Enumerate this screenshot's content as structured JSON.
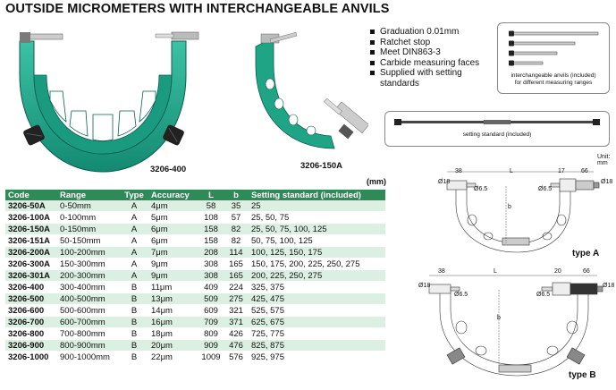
{
  "title": "OUTSIDE MICROMETERS WITH INTERCHANGEABLE ANVILS",
  "product_images": {
    "large_model": "3206-400",
    "small_model": "3206-150A"
  },
  "features": [
    "Graduation 0.01mm",
    "Ratchet stop",
    "Meet DIN863-3",
    "Carbide measuring faces",
    "Supplied with setting standards"
  ],
  "anvils_box": {
    "caption_line1": "interchangeable anvils (included)",
    "caption_line2": "for different measuring ranges"
  },
  "setting_standard_caption": "setting standard (included)",
  "unit_note": "(mm)",
  "diagram_unit": "Unit: mm",
  "table": {
    "headers": [
      "Code",
      "Range",
      "Type",
      "Accuracy",
      "L",
      "b",
      "Setting standard (included)"
    ],
    "rows": [
      [
        "3206-50A",
        "0-50mm",
        "A",
        "4μm",
        "58",
        "35",
        "25"
      ],
      [
        "3206-100A",
        "0-100mm",
        "A",
        "5μm",
        "108",
        "57",
        "25, 50, 75"
      ],
      [
        "3206-150A",
        "0-150mm",
        "A",
        "6μm",
        "158",
        "82",
        "25, 50, 75, 100, 125"
      ],
      [
        "3206-151A",
        "50-150mm",
        "A",
        "6μm",
        "158",
        "82",
        "50, 75, 100, 125"
      ],
      [
        "3206-200A",
        "100-200mm",
        "A",
        "7μm",
        "208",
        "114",
        "100, 125, 150, 175"
      ],
      [
        "3206-300A",
        "150-300mm",
        "A",
        "9μm",
        "308",
        "165",
        "150, 175, 200, 225, 250, 275"
      ],
      [
        "3206-301A",
        "200-300mm",
        "A",
        "9μm",
        "308",
        "165",
        "200, 225, 250, 275"
      ],
      [
        "3206-400",
        "300-400mm",
        "B",
        "11μm",
        "409",
        "224",
        "325, 375"
      ],
      [
        "3206-500",
        "400-500mm",
        "B",
        "13μm",
        "509",
        "275",
        "425, 475"
      ],
      [
        "3206-600",
        "500-600mm",
        "B",
        "14μm",
        "609",
        "321",
        "525, 575"
      ],
      [
        "3206-700",
        "600-700mm",
        "B",
        "16μm",
        "709",
        "371",
        "625, 675"
      ],
      [
        "3206-800",
        "700-800mm",
        "B",
        "18μm",
        "809",
        "426",
        "725, 775"
      ],
      [
        "3206-900",
        "800-900mm",
        "B",
        "20μm",
        "909",
        "476",
        "825, 875"
      ],
      [
        "3206-1000",
        "900-1000mm",
        "B",
        "22μm",
        "1009",
        "576",
        "925, 975"
      ]
    ]
  },
  "diagram_a": {
    "label": "type A",
    "dims": {
      "d1": "38",
      "L": "L",
      "d2": "17",
      "d3": "66",
      "b": "b",
      "phi1": "Ø18",
      "phi2": "Ø6.5",
      "phi3": "Ø6.5",
      "phi4": "Ø18"
    }
  },
  "diagram_b": {
    "label": "type B",
    "dims": {
      "d1": "38",
      "L": "L",
      "d2": "20",
      "d3": "66",
      "b": "b",
      "phi1": "Ø18",
      "phi2": "Ø6.5",
      "phi3": "Ø6.5",
      "phi4": "Ø18"
    }
  },
  "colors": {
    "table_header": "#2e8a57",
    "row_alt": "#dcefe3",
    "frame_green": "#20a58a"
  }
}
